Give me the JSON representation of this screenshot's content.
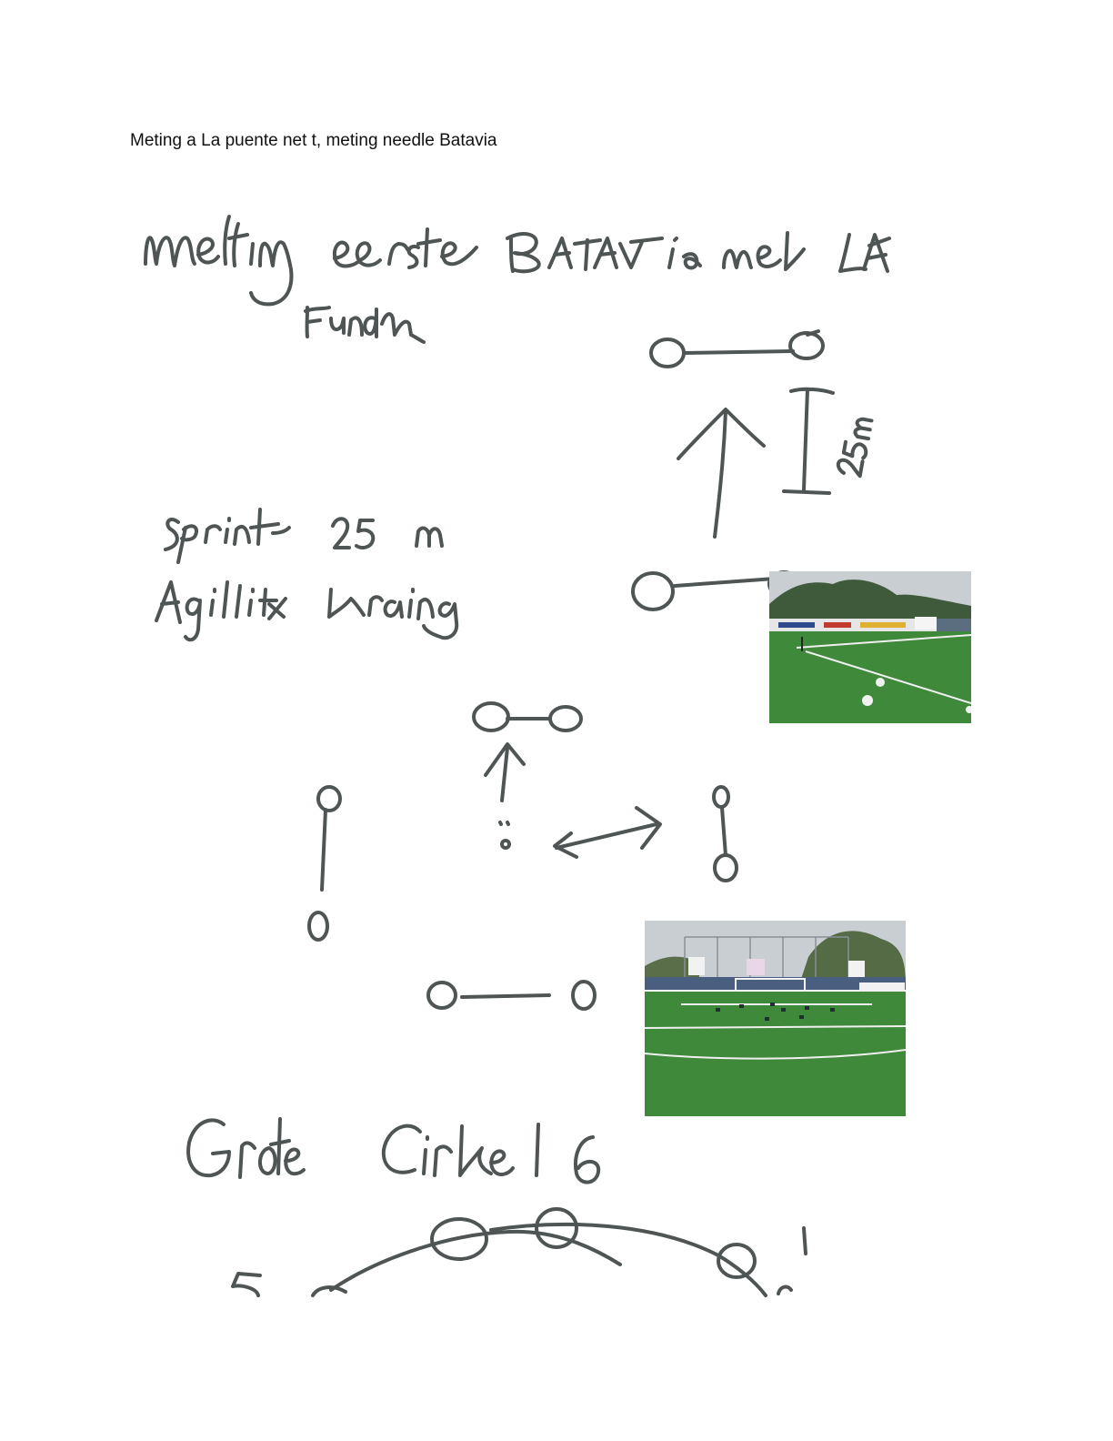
{
  "document": {
    "title": "Meting a La puente net t, meting needle Batavia"
  },
  "handwriting": {
    "heading_line1": "meting eerste Batavia met LA",
    "heading_line2": "Fundan",
    "sprint_label": "sprint 25 m",
    "agility_label": "Agility training",
    "distance_label": "25m",
    "circle_label": "Grote Cirkel 6",
    "marker_5": "5",
    "marker_1": "1"
  },
  "photos": [
    {
      "subject": "football-pitch-corner-with-balls"
    },
    {
      "subject": "football-pitch-goal-with-cones"
    }
  ],
  "colors": {
    "ink": "#4f5555",
    "grass": "#3f8a3a",
    "sky": "#c9ced3"
  }
}
